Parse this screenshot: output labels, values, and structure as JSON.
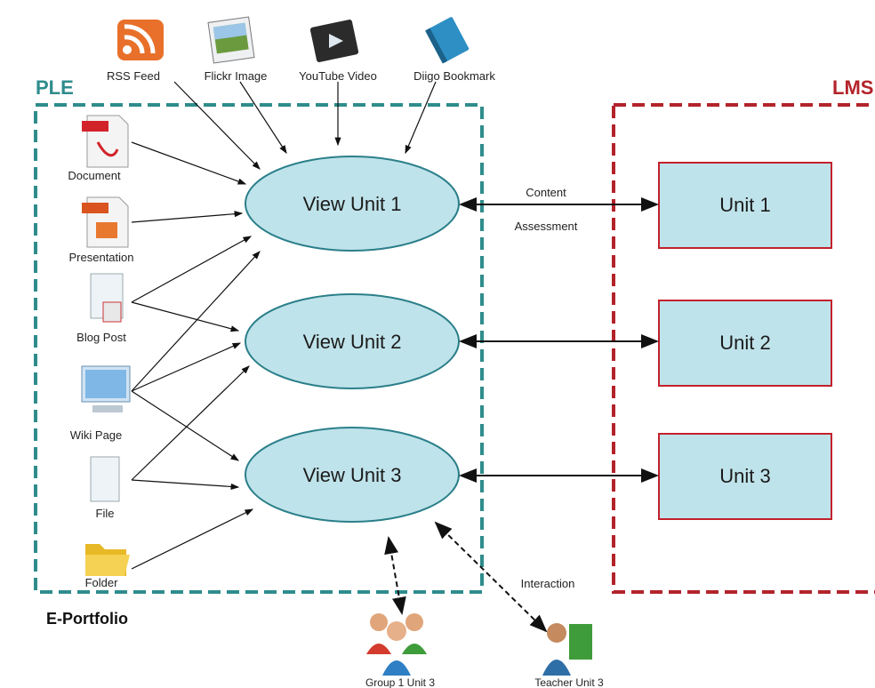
{
  "regions": {
    "ple": {
      "title": "PLE",
      "color": "#2f8c8c"
    },
    "lms": {
      "title": "LMS",
      "color": "#b3232a"
    },
    "eportfolio": "E-Portfolio"
  },
  "top_sources": [
    "RSS Feed",
    "Flickr Image",
    "YouTube Video",
    "Diigo Bookmark"
  ],
  "left_sources": [
    "Document",
    "Presentation",
    "Blog Post",
    "Wiki Page",
    "File",
    "Folder"
  ],
  "view_units": [
    "View Unit 1",
    "View Unit 2",
    "View Unit 3"
  ],
  "lms_units": [
    "Unit 1",
    "Unit 2",
    "Unit 3"
  ],
  "link_labels": {
    "content": "Content",
    "assessment": "Assessment",
    "interaction": "Interaction"
  },
  "people": {
    "group": "Group 1 Unit 3",
    "teacher": "Teacher Unit 3"
  },
  "colors": {
    "ellipse_fill": "#bfe3ea",
    "box_fill": "#bfe3ea",
    "box_stroke": "#c3202c",
    "ellipse_stroke": "#2a7f8a",
    "arrow": "#111111"
  }
}
